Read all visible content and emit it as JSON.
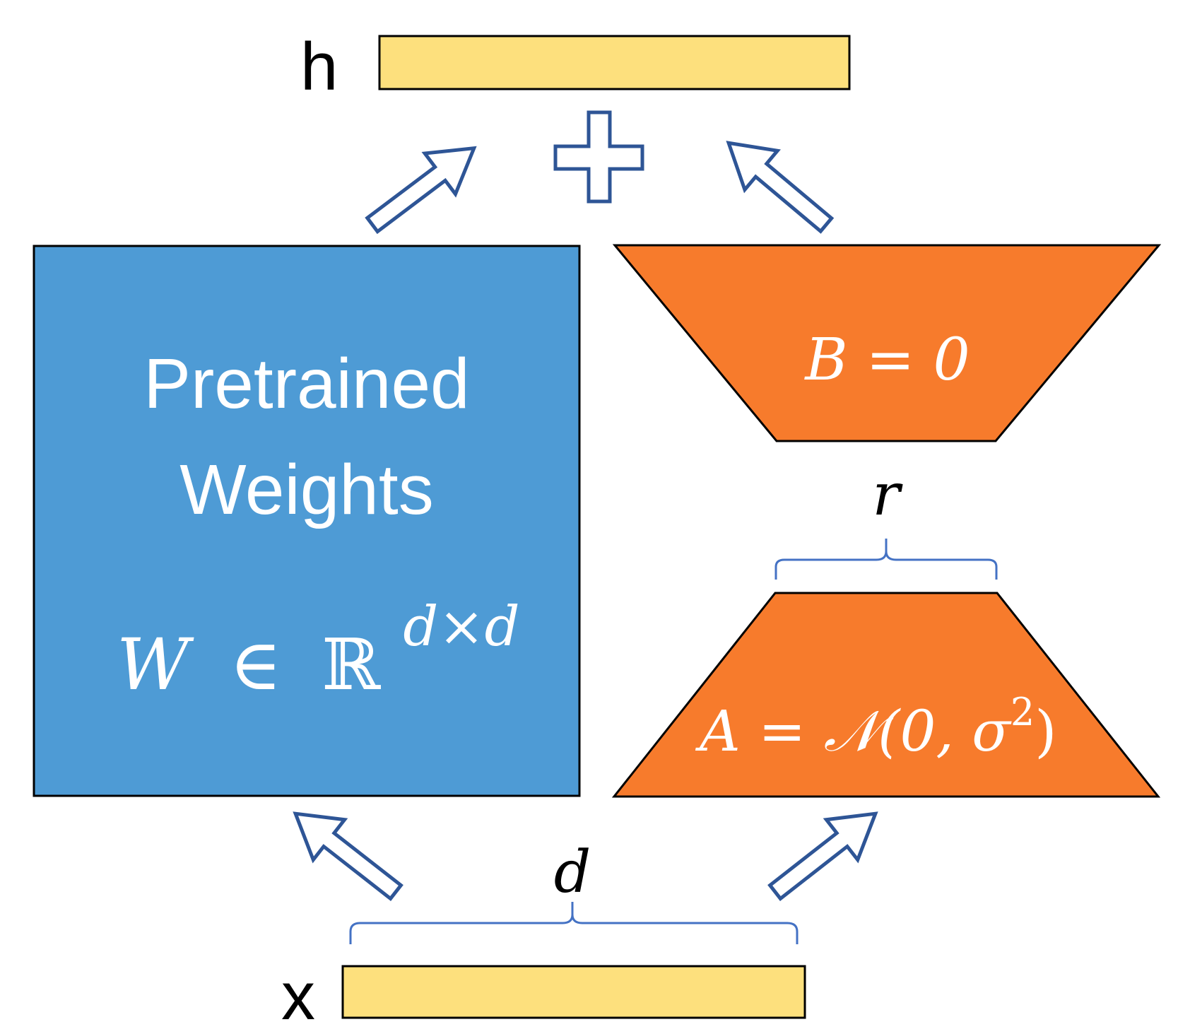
{
  "output_label": "h",
  "input_label": "x",
  "plus_symbol": "+",
  "weights": {
    "line1": "Pretrained",
    "line2": "Weights",
    "formula": {
      "W": "W",
      "in": "∈",
      "R": "ℝ",
      "exp": "d×d"
    }
  },
  "matrix_b": {
    "label": "B = 0"
  },
  "matrix_a": {
    "label": "A = 𝒩(0, σ²)",
    "main": "A = 𝒩(0, σ",
    "sup": "2",
    "close": ")"
  },
  "rank_label": "r",
  "dim_label": "d",
  "colors": {
    "io_vector": "#FDE07D",
    "weights": "#4E9BD5",
    "lora": "#F77B2C",
    "arrow": "#2E5596",
    "brace": "#4472C4"
  }
}
